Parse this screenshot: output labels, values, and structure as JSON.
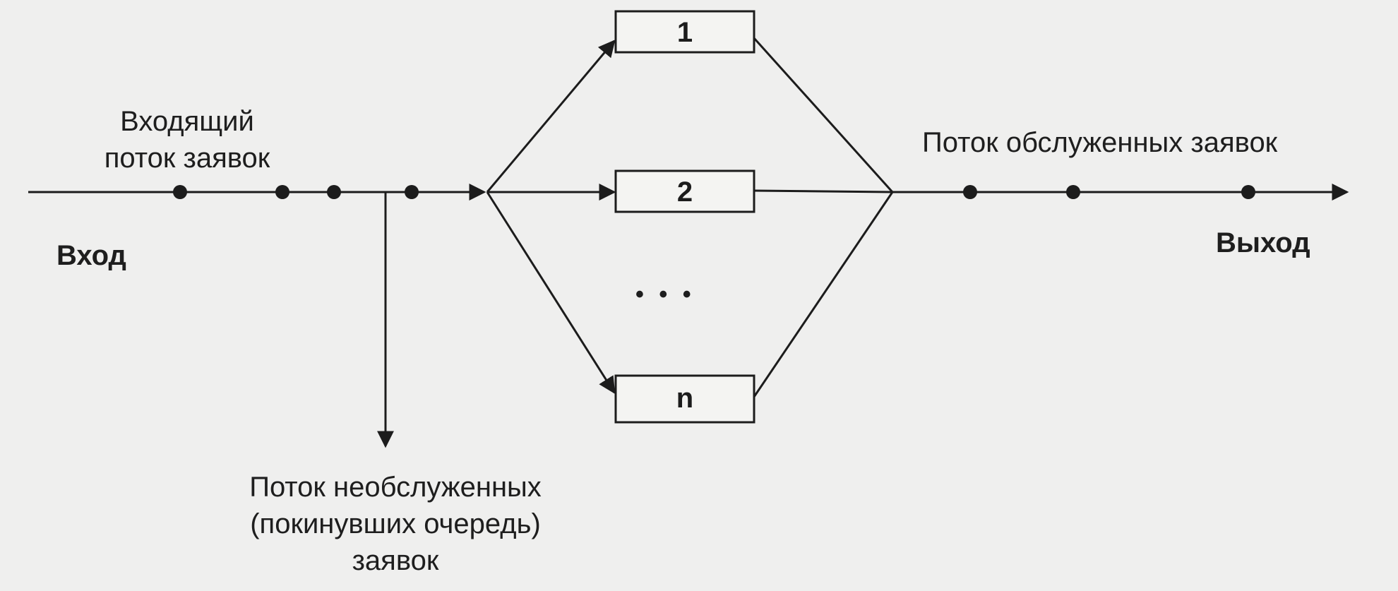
{
  "labels": {
    "incoming_line1": "Входящий",
    "incoming_line2": "поток заявок",
    "input": "Вход",
    "output": "Выход",
    "served_flow": "Поток обслуженных заявок",
    "unserved_line1": "Поток необслуженных",
    "unserved_line2": "(покинувших очередь)",
    "unserved_line3": "заявок"
  },
  "channels": [
    {
      "label": "1"
    },
    {
      "label": "2"
    },
    {
      "label": "n"
    }
  ],
  "ellipsis": "• • •",
  "colors": {
    "ink": "#1c1c1c",
    "background": "#efefee",
    "box_fill": "#f4f4f2"
  }
}
